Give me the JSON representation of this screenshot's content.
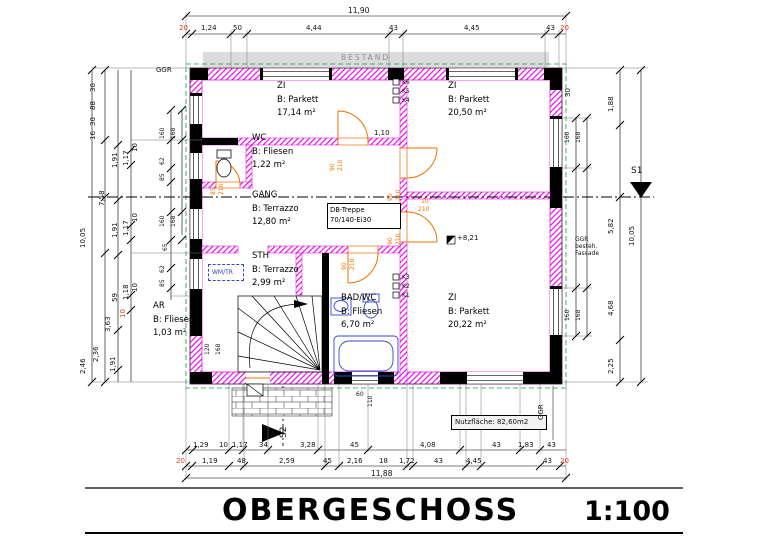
{
  "title": {
    "main": "OBERGESCHOSS",
    "scale": "1:100"
  },
  "annotations": {
    "bestand": "BESTAND",
    "ggr_top": "GGR",
    "ggr_bottom": "GGR",
    "fassade": [
      "GGR",
      "besteh.",
      "Fassade"
    ],
    "level": "+8,21",
    "treppe": [
      "DB-Treppe",
      "70/140-Ei30"
    ],
    "nutzflaeche": "Nutzfläche: 82,60m2",
    "wm": "WM/TR",
    "s1": "S1",
    "s2": "S2",
    "k_top": [
      "K6",
      "K5",
      "K4"
    ],
    "k_bottom": [
      "K3",
      "K2",
      "K1"
    ]
  },
  "rooms": {
    "zi_tl": {
      "name": "ZI",
      "floor": "B: Parkett",
      "area": "17,14 m²"
    },
    "zi_tr": {
      "name": "ZI",
      "floor": "B: Parkett",
      "area": "20,50 m²"
    },
    "wc": {
      "name": "WC",
      "floor": "B: Fliesen",
      "area": "1,22 m²"
    },
    "gang": {
      "name": "GANG",
      "floor": "B: Terrazzo",
      "area": "12,80 m²"
    },
    "sth": {
      "name": "STH",
      "floor": "B: Terrazzo",
      "area": "2,99 m²"
    },
    "bad": {
      "name": "BAD/WC",
      "floor": "B: Fliesen",
      "area": "6,70 m²"
    },
    "zi_br": {
      "name": "ZI",
      "floor": "B: Parkett",
      "area": "20,22 m²"
    },
    "ar": {
      "name": "AR",
      "floor": "B: Fliesen",
      "area": "1,03 m²"
    }
  },
  "doors": {
    "wc": [
      "85",
      "210"
    ],
    "zi_tl": [
      "90",
      "210"
    ],
    "zi_tr": [
      "90",
      "210"
    ],
    "stop": [
      "10",
      "210"
    ],
    "zi_br": [
      "90",
      "210"
    ],
    "bad": [
      "90",
      "210"
    ]
  },
  "dims": {
    "top": {
      "total": "11,90",
      "segs": [
        "20",
        "1,24",
        "50",
        "4,44",
        "43",
        "4,45",
        "43",
        "20"
      ]
    },
    "bottom": {
      "total": "11,88",
      "row1": [
        "1,29",
        "10",
        "1,17",
        "34",
        "3,28",
        "45",
        "4,08",
        "43",
        "1,83",
        "43"
      ],
      "row2": [
        "20",
        "1,19",
        "48",
        "2,59",
        "45",
        "2,16",
        "18",
        "1,72",
        "43",
        "4,45",
        "43",
        "20"
      ]
    },
    "left": {
      "chain": [
        "30",
        "88",
        "30",
        "16",
        "7,58",
        "10,05",
        "1,91",
        "1,17",
        "10",
        "1,91",
        "1,17",
        "10",
        "1,18",
        "59",
        "10",
        "3,63",
        "10",
        "2,36",
        "2,46",
        "1,91"
      ],
      "wall": [
        "160",
        "168",
        "62",
        "85",
        "160",
        "168",
        "65",
        "62",
        "85",
        "120",
        "168"
      ]
    },
    "right": {
      "chain": [
        "30",
        "1,88",
        "5,82",
        "10,05",
        "4,68",
        "2,25"
      ],
      "wall": [
        "160",
        "168",
        "160",
        "168"
      ]
    },
    "inner": {
      "corridor": "1,10",
      "exit_w": "60",
      "exit_h": "110"
    }
  },
  "colors": {
    "wall_new": "#ff00ff",
    "door": "#f07000",
    "dim_red": "#e8381a",
    "fixture": "#3347cc"
  }
}
